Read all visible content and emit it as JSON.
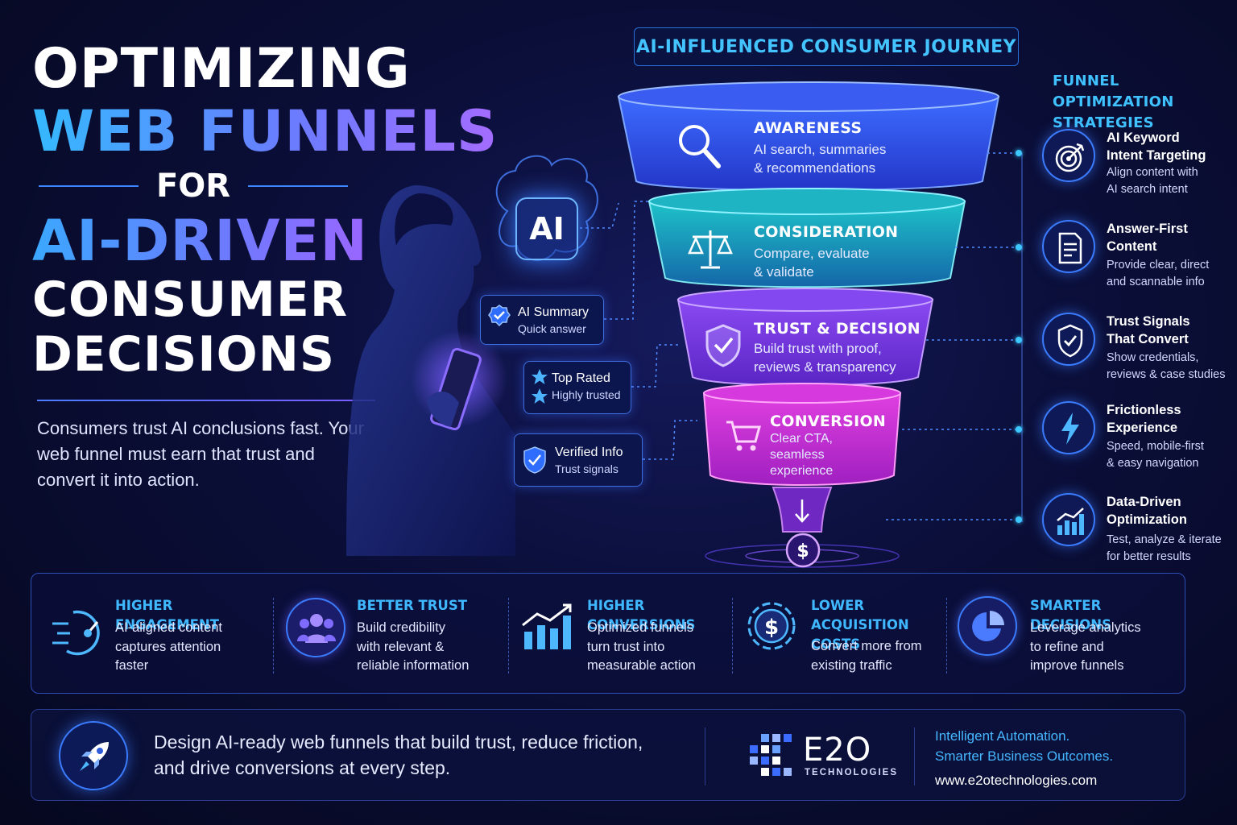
{
  "title": {
    "line1": "OPTIMIZING",
    "line2": "WEB FUNNELS",
    "connector": "FOR",
    "line3": "AI-DRIVEN",
    "line4": "CONSUMER",
    "line5": "DECISIONS",
    "subtitle": "Consumers trust AI conclusions fast. Your web funnel must earn that trust and convert it into action."
  },
  "journey": {
    "header": "AI-INFLUENCED CONSUMER JOURNEY",
    "ai_badge": "AI",
    "cards": [
      {
        "title": "AI Summary",
        "subtitle": "Quick answer",
        "icon": "check-badge-icon"
      },
      {
        "title": "Top Rated",
        "subtitle": "Highly trusted",
        "icon": "star-icon"
      },
      {
        "title": "Verified Info",
        "subtitle": "Trust signals",
        "icon": "shield-check-icon"
      }
    ],
    "stages": [
      {
        "title": "AWARENESS",
        "desc1": "AI search, summaries",
        "desc2": "& recommendations",
        "icon": "magnifier-icon",
        "color": "#2f58f0"
      },
      {
        "title": "CONSIDERATION",
        "desc1": "Compare, evaluate",
        "desc2": "& validate",
        "icon": "scales-icon",
        "color": "#12a8b8"
      },
      {
        "title": "TRUST & DECISION",
        "desc1": "Build trust with proof,",
        "desc2": "reviews & transparency",
        "icon": "shield-check-icon",
        "color": "#7b3ae6"
      },
      {
        "title": "CONVERSION",
        "desc1": "Clear CTA,",
        "desc2": "seamless",
        "desc3": "experience",
        "icon": "cart-icon",
        "color": "#d232d8"
      }
    ],
    "output_icon": "dollar-icon"
  },
  "strategies": {
    "header1": "FUNNEL OPTIMIZATION",
    "header2": "STRATEGIES",
    "items": [
      {
        "h1": "AI Keyword",
        "h2": "Intent Targeting",
        "d1": "Align content with",
        "d2": "AI search intent",
        "icon": "target-icon"
      },
      {
        "h1": "Answer-First",
        "h2": "Content",
        "d1": "Provide clear, direct",
        "d2": "and scannable info",
        "icon": "document-icon"
      },
      {
        "h1": "Trust Signals",
        "h2": "That Convert",
        "d1": "Show credentials,",
        "d2": "reviews & case studies",
        "icon": "shield-check-icon"
      },
      {
        "h1": "Frictionless",
        "h2": "Experience",
        "d1": "Speed, mobile-first",
        "d2": "& easy navigation",
        "icon": "lightning-icon"
      },
      {
        "h1": "Data-Driven",
        "h2": "Optimization",
        "d1": "Test, analyze & iterate",
        "d2": "for better results",
        "icon": "bar-chart-icon"
      }
    ]
  },
  "benefits": [
    {
      "h1": "HIGHER ENGAGEMENT",
      "d": [
        "AI-aligned content",
        "captures attention",
        "faster"
      ],
      "icon": "speed-gauge-icon"
    },
    {
      "h1": "BETTER TRUST",
      "d": [
        "Build credibility",
        "with relevant &",
        "reliable information"
      ],
      "icon": "people-icon"
    },
    {
      "h1": "HIGHER CONVERSIONS",
      "d": [
        "Optimized funnels",
        "turn trust into",
        "measurable action"
      ],
      "icon": "growth-chart-icon"
    },
    {
      "h1": "LOWER ACQUISITION",
      "h2": "COSTS",
      "d": [
        "Convert more from",
        "existing traffic"
      ],
      "icon": "dollar-gear-icon"
    },
    {
      "h1": "SMARTER DECISIONS",
      "d": [
        "Leverage analytics",
        "to refine and",
        "improve funnels"
      ],
      "icon": "pie-chart-icon"
    }
  ],
  "footer": {
    "message1": "Design AI-ready web funnels that build trust, reduce friction,",
    "message2": "and drive conversions at every step.",
    "brand": "E2O",
    "brand_sub": "TECHNOLOGIES",
    "tagline1": "Intelligent Automation.",
    "tagline2": "Smarter Business Outcomes.",
    "website": "www.e2otechnologies.com",
    "icon": "rocket-icon"
  },
  "colors": {
    "accent_cyan": "#3fc2ff",
    "accent_blue": "#2f58f0",
    "accent_teal": "#12a8b8",
    "accent_purple": "#7b3ae6",
    "accent_magenta": "#d232d8",
    "background": "#0b0f3a"
  }
}
